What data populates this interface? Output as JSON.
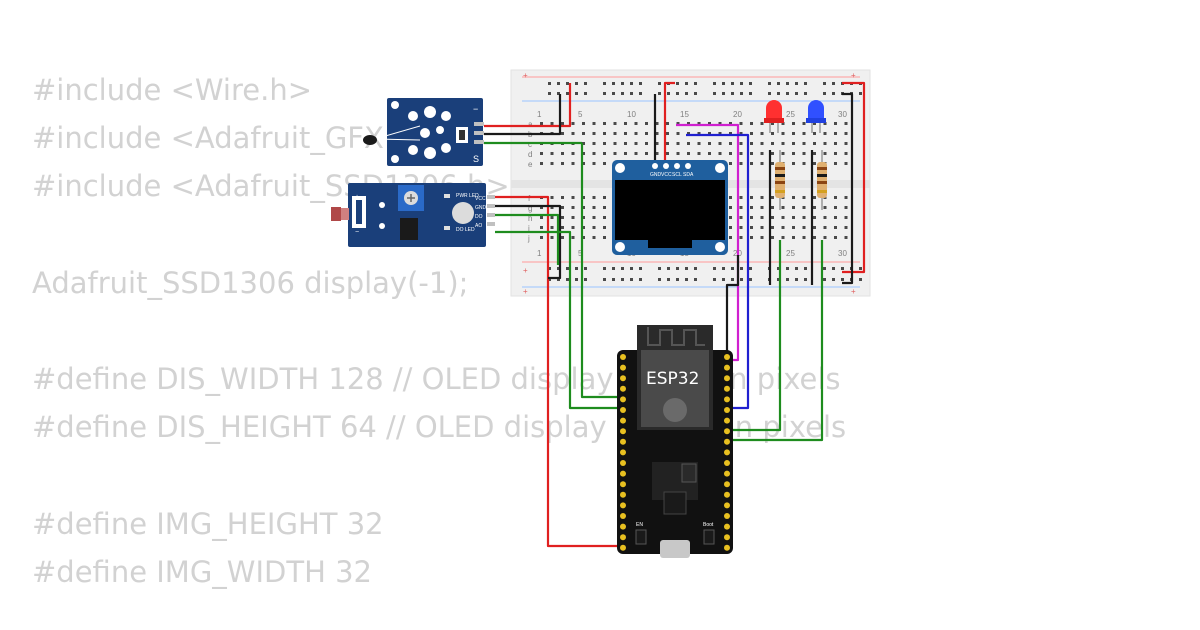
{
  "code_lines": [
    "#include <Wire.h>",
    "#include <Adafruit_GFX.h>",
    "#include <Adafruit_SSD1306.h>",
    "",
    "Adafruit_SSD1306 display(-1);",
    "",
    "#define DIS_WIDTH 128 // OLED display width, in pixels",
    "#define DIS_HEIGHT 64 // OLED display height, in pixels",
    "",
    "#define IMG_HEIGHT 32",
    "#define IMG_WIDTH 32"
  ],
  "breadcolumns_top": [
    "1",
    "5",
    "10",
    "15",
    "20",
    "25",
    "30"
  ],
  "breadcolumns_bottom": [
    "1",
    "5",
    "10",
    "15",
    "20",
    "25",
    "30"
  ],
  "bread_rows_top": [
    "a",
    "b",
    "c",
    "d",
    "e"
  ],
  "bread_rows_bottom": [
    "f",
    "g",
    "h",
    "i",
    "j"
  ],
  "rail_plus": "+",
  "rail_minus": "−",
  "oled_pins": [
    "GND",
    "VCC",
    "SCL",
    "SDA"
  ],
  "ldr_pins": [
    "VCC",
    "GND",
    "DO",
    "AO"
  ],
  "ldr_leds": [
    "PWR LED",
    "DO LED"
  ],
  "temp_module_label": "S",
  "esp32_label": "ESP32",
  "esp32_buttons": [
    "EN",
    "Boot"
  ],
  "colors": {
    "wire_red": "#e02020",
    "wire_black": "#1a1a1a",
    "wire_green": "#1e8c1e",
    "wire_magenta": "#d020d0",
    "wire_blue": "#2020d0",
    "module_blue": "#1a3f7a",
    "oled_blue": "#1f5f9e",
    "esp_board": "#111111",
    "led_red": "#ff3030",
    "led_blue": "#3050ff"
  }
}
